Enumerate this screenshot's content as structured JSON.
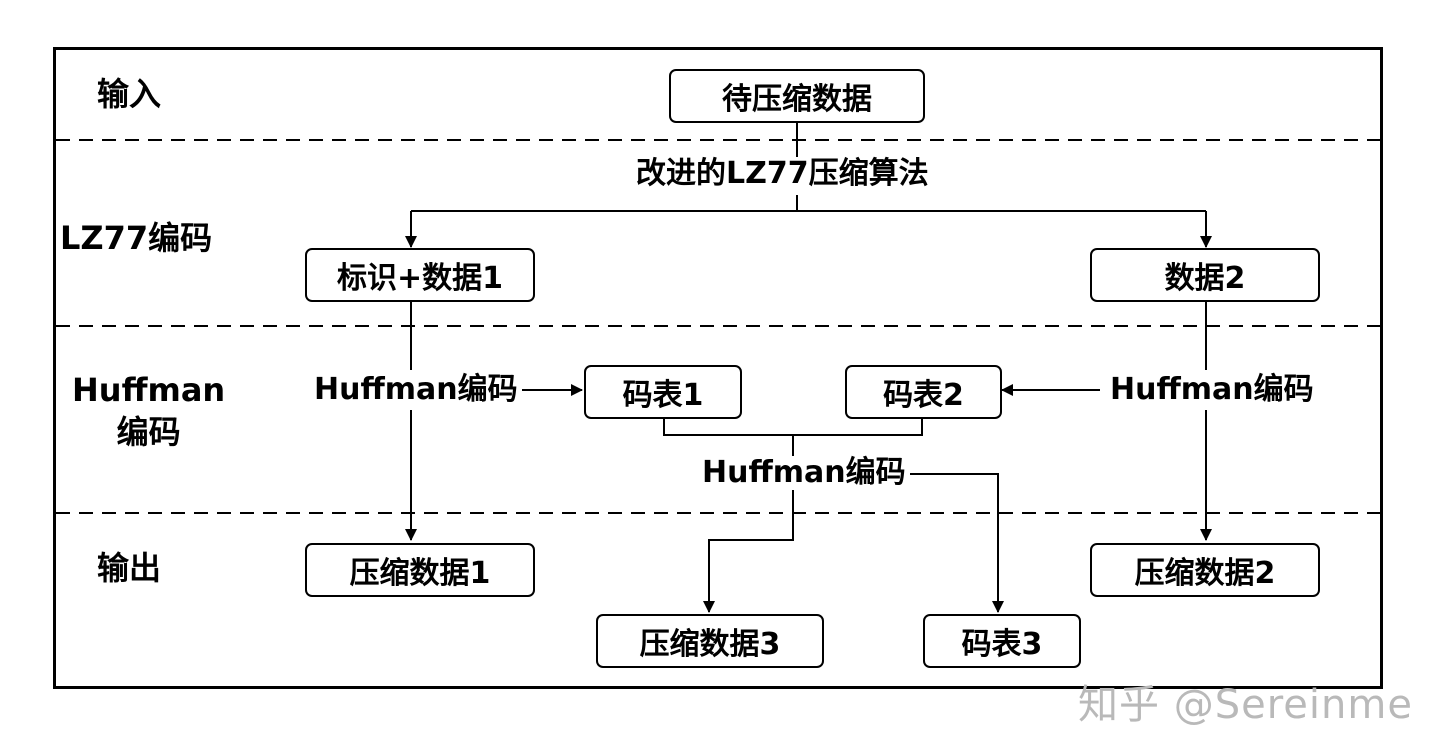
{
  "stages": {
    "input": "输入",
    "lz77": "LZ77编码",
    "huffman": "Huffman\n编码",
    "output": "输出"
  },
  "nodes": {
    "source": "待压缩数据",
    "marked_data1": "标识+数据1",
    "data2": "数据2",
    "code_table1": "码表1",
    "code_table2": "码表2",
    "compressed1": "压缩数据1",
    "compressed2": "压缩数据2",
    "compressed3": "压缩数据3",
    "code_table3": "码表3"
  },
  "processes": {
    "lz77_algorithm": "改进的LZ77压缩算法",
    "huffman_left": "Huffman编码",
    "huffman_right": "Huffman编码",
    "huffman_middle": "Huffman编码"
  },
  "watermark": "知乎 @Sereinme"
}
